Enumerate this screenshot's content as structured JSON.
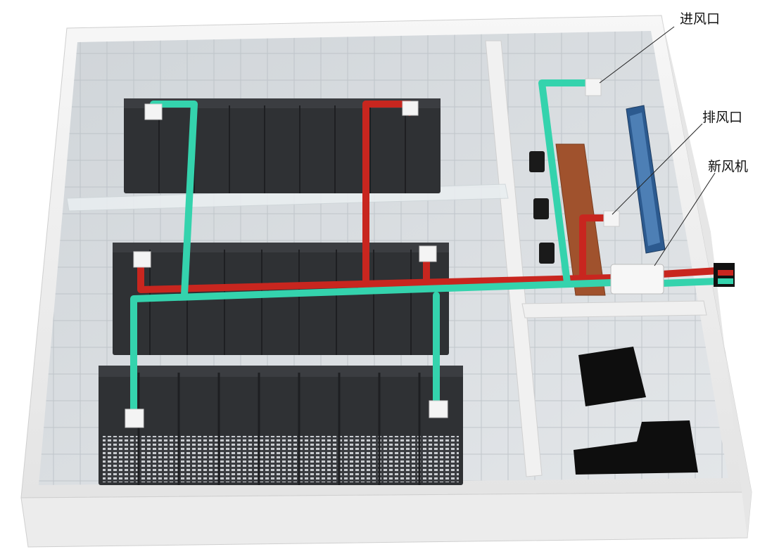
{
  "labels": {
    "air_inlet": "进风口",
    "exhaust": "排风口",
    "fresh_air_unit": "新风机"
  },
  "colors": {
    "supply_duct": "#34d3ad",
    "exhaust_duct": "#c8261f",
    "rack_body": "#2f3134",
    "floor": "#d9dde0",
    "wall": "#f2f2f2",
    "cooling_unit": "#111111",
    "fresh_air_unit": "#f5f5f5"
  },
  "rack_rows": [
    {
      "name": "upper-row",
      "rack_count": 9
    },
    {
      "name": "middle-row",
      "rack_count": 9
    },
    {
      "name": "lower-row",
      "rack_count": 9
    }
  ],
  "icons": [
    "inlet-vent-icon",
    "exhaust-vent-icon",
    "fresh-air-unit-icon",
    "workstation-chair-icon",
    "display-wall-icon",
    "precision-ac-unit-icon"
  ]
}
